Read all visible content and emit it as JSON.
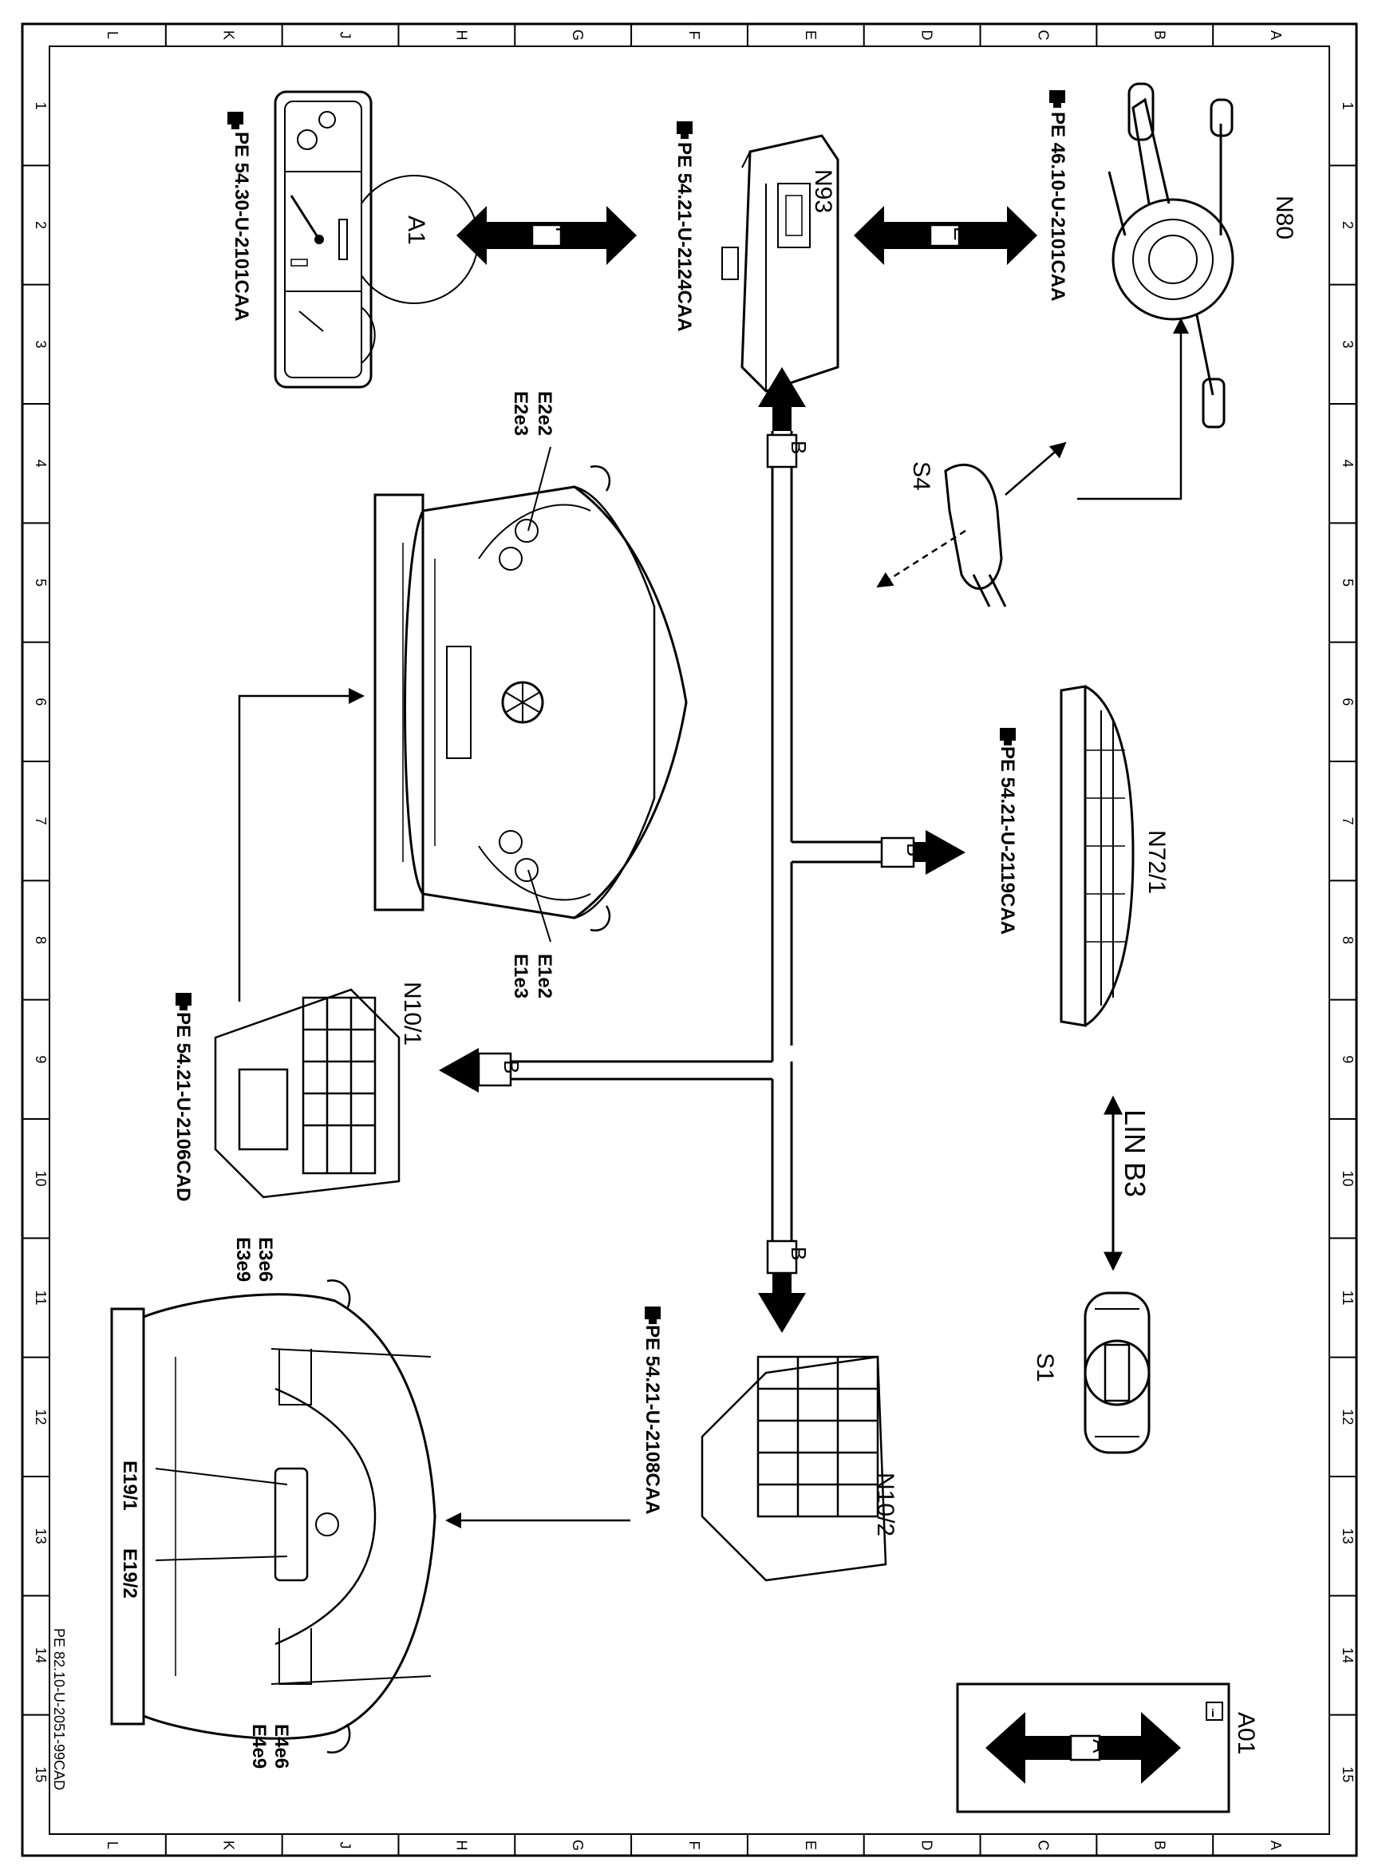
{
  "diagram": {
    "doc_id": "A01",
    "info_icon": "info-icon",
    "footer_id": "PE 82.10-U-2051-99CAD",
    "legend": {
      "bus": "A"
    },
    "grid": {
      "letters": [
        "L",
        "K",
        "J",
        "H",
        "G",
        "F",
        "E",
        "D",
        "C",
        "B",
        "A"
      ],
      "numbers": [
        "1",
        "2",
        "3",
        "4",
        "5",
        "6",
        "7",
        "8",
        "9",
        "10",
        "11",
        "12",
        "13",
        "14",
        "15"
      ]
    },
    "components": {
      "a1": {
        "label": "A1",
        "ref": "PE  54.30-U-2101CAA"
      },
      "n93": {
        "label": "N93",
        "ref": "PE  54.21-U-2124CAA"
      },
      "n80": {
        "label": "N80",
        "ref": "PE  46.10-U-2101CAA"
      },
      "s4": {
        "label": "S4"
      },
      "n72": {
        "label": "N72/1",
        "ref": "PE  54.21-U-2119CAA"
      },
      "n10_1": {
        "label": "N10/1",
        "ref": "PE  54.21-U-2106CAD"
      },
      "n10_2": {
        "label": "N10/2",
        "ref": "PE  54.21-U-2108CAA"
      },
      "s1": {
        "label": "S1"
      },
      "front_top": {
        "l1": "E2e2",
        "l2": "E2e3",
        "l3": "E1e2",
        "l4": "E1e3"
      },
      "rear_bottom": {
        "l1": "E3e6",
        "l2": "E3e9",
        "l3": "E19/1",
        "l4": "E19/2",
        "l5": "E4e6",
        "l6": "E4e9"
      }
    },
    "buses": {
      "f": "F",
      "e": "E",
      "b": "B",
      "lin": "LIN  B3"
    }
  }
}
